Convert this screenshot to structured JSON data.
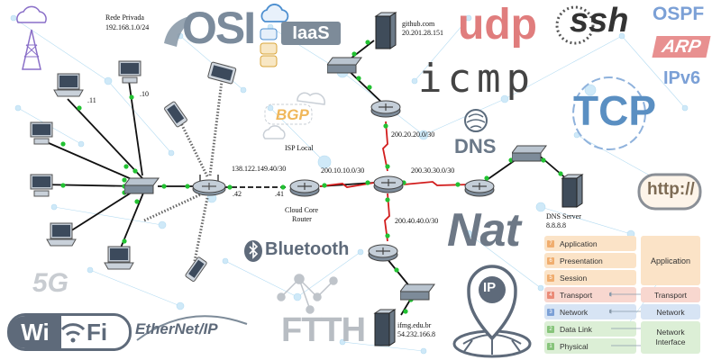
{
  "labels": {
    "rede_privada": "Rede Privada",
    "rede_privada_ip": "192.168.1.0/24",
    "host_11": ".11",
    "host_10": ".10",
    "ip_router_wan": "138.122.149.40/30",
    "ip_42": ".42",
    "ip_41": ".41",
    "isp_local": "ISP Local",
    "cloud_core_router": "Cloud Core",
    "cloud_core_router2": "Router",
    "net_10": "200.10.10.0/30",
    "net_20": "200.20.20.0/30",
    "net_30": "200.30.30.0/30",
    "net_40": "200.40.40.0/30",
    "github_name": "github.com",
    "github_ip": "20.201.28.151",
    "dns_server": "DNS Server",
    "dns_ip": "8.8.8.8",
    "ifmg_name": "ifmg.edu.br",
    "ifmg_ip": "54.232.166.8"
  },
  "logos": {
    "osi": "OSI",
    "iaas": "IaaS",
    "udp": "udp",
    "ssh": "ssh",
    "ospf": "OSPF",
    "arp": "ARP",
    "icmp": "icmp",
    "ipv6": "IPv6",
    "tcp": "TCP",
    "bgp": "BGP",
    "dns": "DNS",
    "http": "http://",
    "nat": "Nat",
    "bluetooth": "Bluetooth",
    "five_g": "5G",
    "wifi_a": "Wi",
    "wifi_b": "Fi",
    "ethernet_ip": "EtherNet/IP",
    "ftth": "FTTH",
    "ip": "IP"
  },
  "osi_model": {
    "left": [
      {
        "num": "7",
        "label": "Application"
      },
      {
        "num": "6",
        "label": "Presentation"
      },
      {
        "num": "5",
        "label": "Session"
      },
      {
        "num": "4",
        "label": "Transport"
      },
      {
        "num": "3",
        "label": "Network"
      },
      {
        "num": "2",
        "label": "Data Link"
      },
      {
        "num": "1",
        "label": "Physical"
      }
    ],
    "right": {
      "application": "Application",
      "transport": "Transport",
      "network": "Network",
      "network_interface_1": "Network",
      "network_interface_2": "Interface"
    }
  },
  "colors": {
    "link_black": "#111111",
    "link_red": "#d21d1d",
    "port_green": "#22c232",
    "udp": "#e07d7d",
    "tcp": "#5a8fc2",
    "ospf": "#7ba0d6",
    "arp": "#e89090",
    "nat": "#5e6a7a",
    "app_layer": "#fbe3c7",
    "transport_layer": "#f8d7cf",
    "network_layer": "#d7e4f4",
    "link_layer": "#dcefd6"
  }
}
